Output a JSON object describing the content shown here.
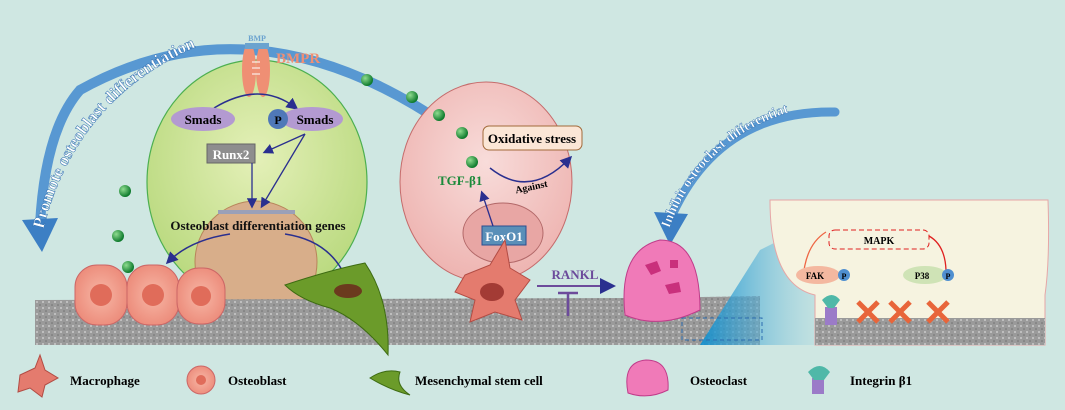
{
  "arcs": {
    "promote": "Promote osteoblast differentiation",
    "inhibit": "Inhibit osteoclast differentiation"
  },
  "osteoblast_cell": {
    "bmp": "BMP",
    "bmpr": "BMPR",
    "smads": "Smads",
    "p": "P",
    "p_smads": "Smads",
    "runx2": "Runx2",
    "genes": "Osteoblast differentiation genes"
  },
  "msc_cell": {
    "oxidative_stress": "Oxidative stress",
    "against": "Against",
    "tgf": "TGF-β1",
    "foxo1": "FoxO1"
  },
  "rankl": "RANKL",
  "inset": {
    "mapk": "MAPK",
    "fak": "FAK",
    "p38": "P38",
    "p": "P"
  },
  "legend": [
    {
      "label": "Macrophage"
    },
    {
      "label": "Osteoblast"
    },
    {
      "label": "Mesenchymal stem cell"
    },
    {
      "label": "Osteoclast"
    },
    {
      "label": "Integrin β1"
    }
  ],
  "colors": {
    "background": "#cfe7e2",
    "arc": "#3c7fc4",
    "arrow": "#2a2f8f",
    "cell_green": "#c4de8e",
    "cell_pink": "#f2c4c2"
  }
}
